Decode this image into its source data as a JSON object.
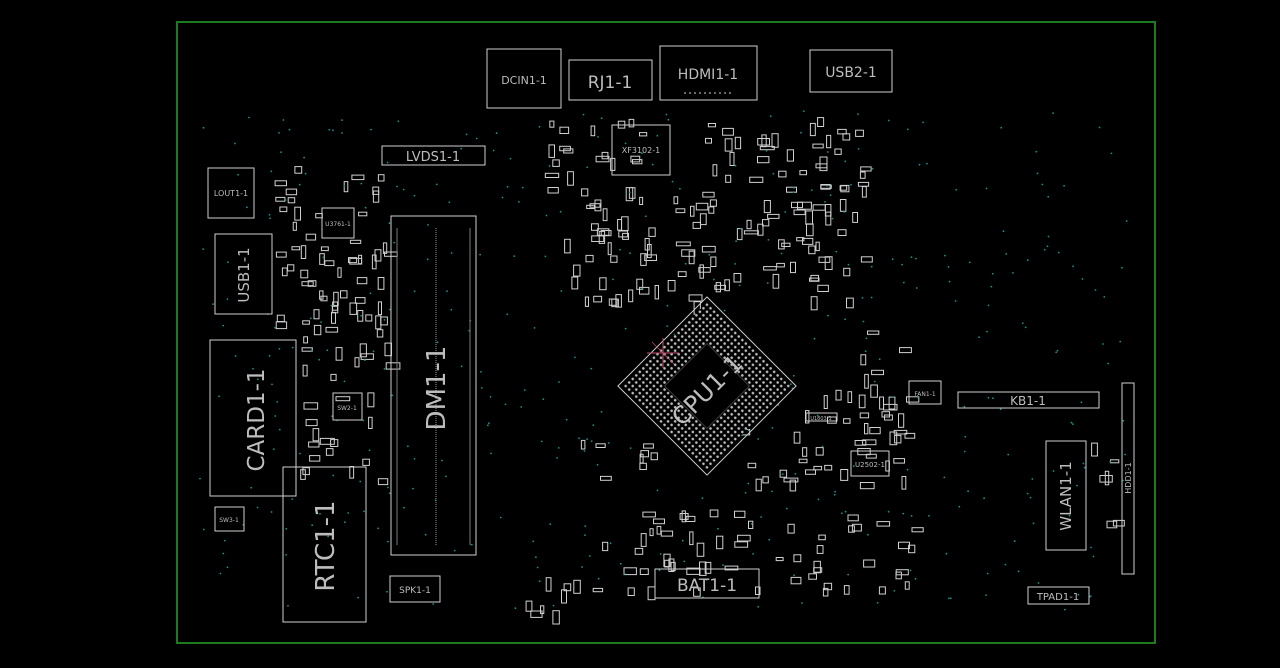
{
  "board": {
    "outline_color": "#1e7a1e",
    "background": "#000000",
    "silkscreen_color": "#cfcfcf",
    "via_color": "#1b8f8f",
    "marker_color": "#c0506a"
  },
  "components": {
    "dcin": "DCIN1-1",
    "rj": "RJ1-1",
    "hdmi": "HDMI1-1",
    "usb2": "USB2-1",
    "lvds": "LVDS1-1",
    "xf": "XF3102-1",
    "lout": "LOUT1-1",
    "u3": "U3761-1",
    "usb1": "USB1-1",
    "card": "CARD1-1",
    "dm": "DM1-1",
    "cpu": "CPU1-1",
    "sw2": "SW2-1",
    "fan": "FAN1-1",
    "kb": "KB1-1",
    "hdd": "HDD1-1",
    "u2502": "U2502-1",
    "u1803": "U1803-1",
    "wlan": "WLAN1-1",
    "sw3": "SW3-1",
    "rtc": "RTC1-1",
    "spk": "SPK1-1",
    "bat": "BAT1-1",
    "tpad": "TPAD1-1"
  }
}
